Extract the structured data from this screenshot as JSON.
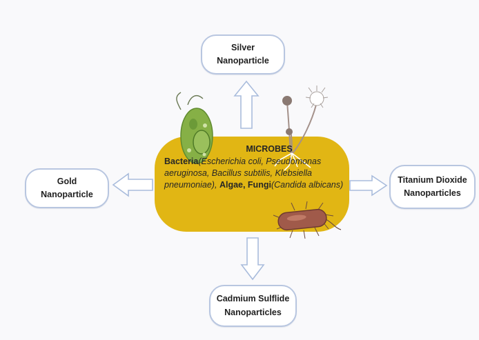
{
  "center": {
    "title": "MICROBES",
    "bacteria_label": "Bacteria",
    "bacteria_species": "(Escherichia coli, Pseudomonas aeruginosa, Bacillus subtilis, Klebsiella pneumoniae),",
    "algae_fungi_label": "Algae, Fungi",
    "fungi_species": "(Candida albicans)"
  },
  "nodes": {
    "silver": {
      "line1": "Silver",
      "line2": "Nanoparticle"
    },
    "gold": {
      "line1": "Gold",
      "line2": "Nanoparticle"
    },
    "titanium": {
      "line1": "Titanium Dioxide",
      "line2": "Nanoparticles"
    },
    "cadmium": {
      "line1": "Cadmium Sulflide",
      "line2": "Nanoparticles"
    }
  },
  "colors": {
    "center_fill": "#e1b614",
    "node_border": "#b8c6e0",
    "arrow_stroke": "#a9bcdc",
    "alga_green": "#86b046"
  },
  "icons": [
    "alga-icon",
    "fungus-icon",
    "bacterium-icon"
  ]
}
